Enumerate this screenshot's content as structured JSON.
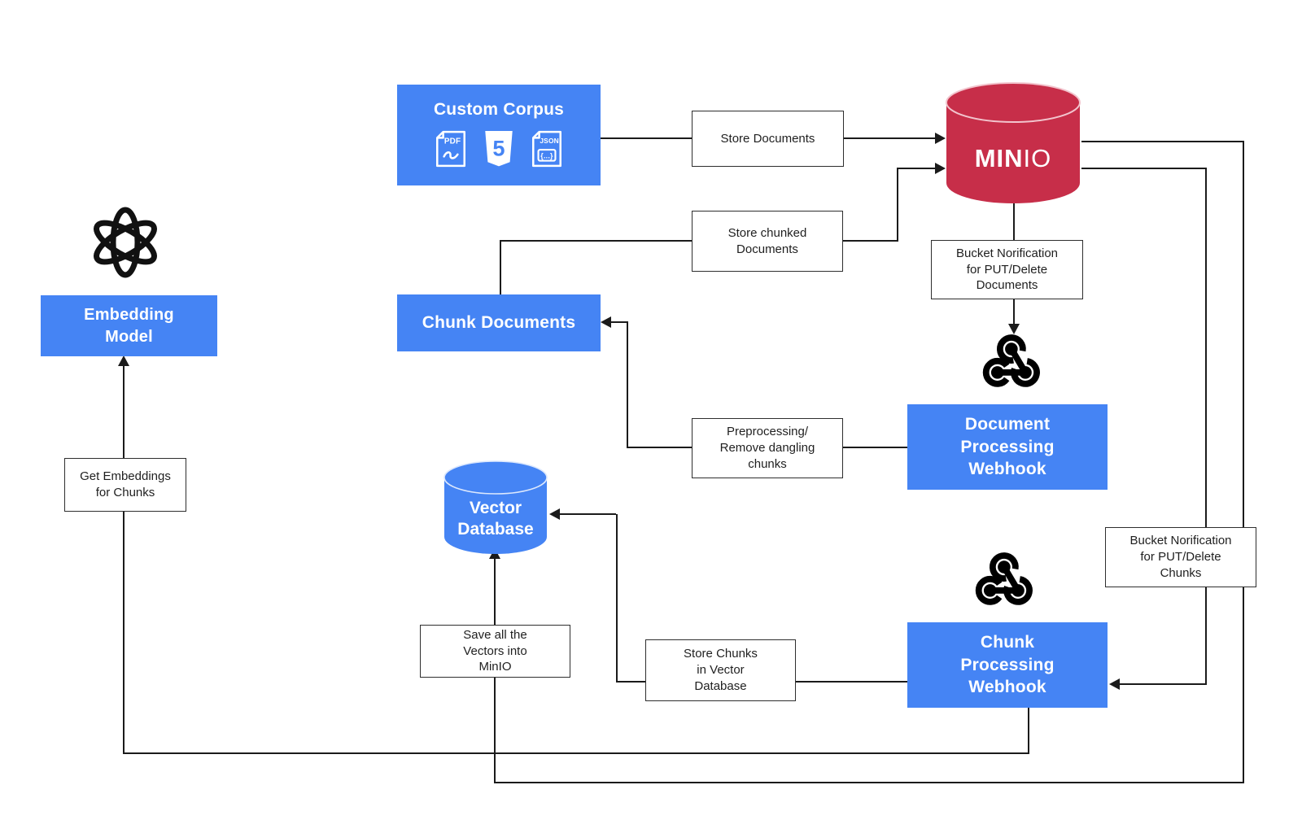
{
  "diagram": {
    "nodes": {
      "custom_corpus": {
        "title": "Custom Corpus"
      },
      "minio": {
        "wordmark_bold": "MIN",
        "wordmark_light": "IO"
      },
      "embedding_model": {
        "label": "Embedding\nModel"
      },
      "chunk_documents": {
        "label": "Chunk Documents"
      },
      "document_processing_webhook": {
        "label": "Document\nProcessing\nWebhook"
      },
      "chunk_processing_webhook": {
        "label": "Chunk\nProcessing\nWebhook"
      },
      "vector_database": {
        "line1": "Vector",
        "line2": "Database"
      }
    },
    "edge_labels": {
      "store_documents": "Store Documents",
      "store_chunked_documents": "Store chunked\nDocuments",
      "bucket_notification_documents": "Bucket Norification\nfor PUT/Delete\nDocuments",
      "preprocessing": "Preprocessing/\nRemove dangling\nchunks",
      "get_embeddings": "Get Embeddings\nfor Chunks",
      "bucket_notification_chunks": "Bucket Norification\nfor PUT/Delete\nChunks",
      "save_vectors": "Save all the\nVectors into\nMinIO",
      "store_chunks": "Store Chunks\nin Vector\nDatabase"
    },
    "file_icons": {
      "pdf_label": "PDF",
      "html5_label": "5",
      "json_label": "JSON",
      "json_braces": "{...}"
    },
    "colors": {
      "node_blue": "#4584f4",
      "minio_red": "#c72e49",
      "connector": "#1b1b1b"
    }
  }
}
